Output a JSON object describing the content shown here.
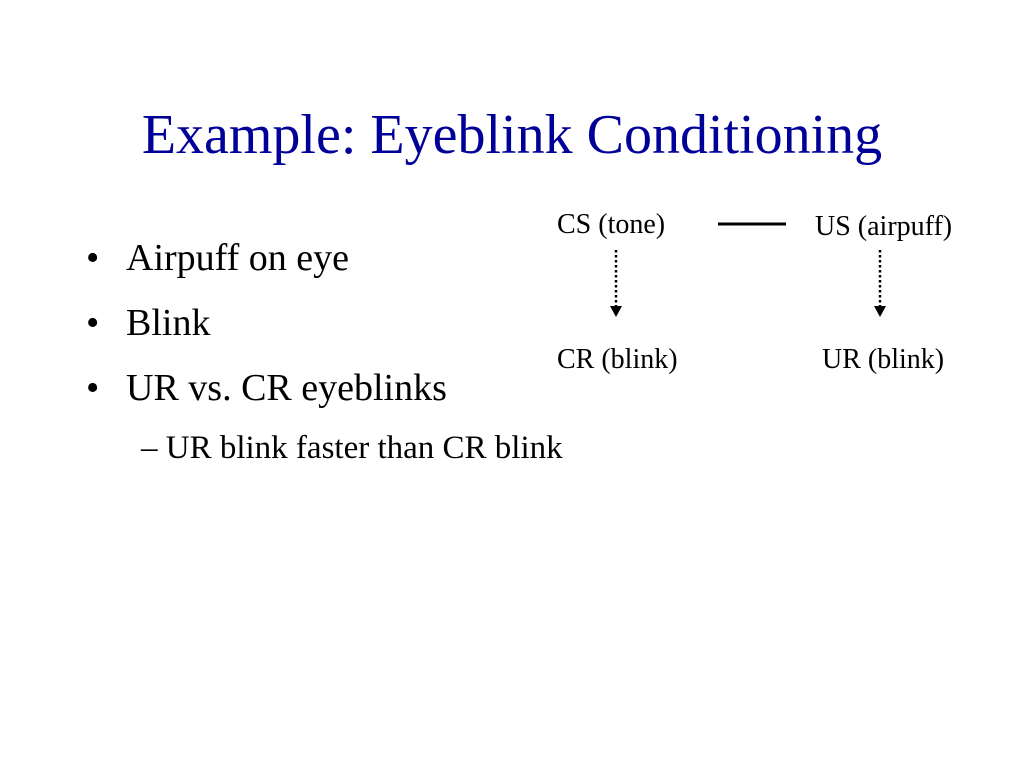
{
  "slide": {
    "title": "Example: Eyeblink Conditioning",
    "title_color": "#000099"
  },
  "bullets": [
    {
      "marker": "•",
      "text": "Airpuff on eye"
    },
    {
      "marker": "•",
      "text": "Blink"
    },
    {
      "marker": "•",
      "text": "UR vs. CR eyeblinks"
    }
  ],
  "sub_bullet": {
    "marker": "–",
    "text": "UR blink faster than CR blink"
  },
  "diagram": {
    "cs": "CS (tone)",
    "us": "US (airpuff)",
    "cr": "CR (blink)",
    "ur": "UR (blink)"
  }
}
